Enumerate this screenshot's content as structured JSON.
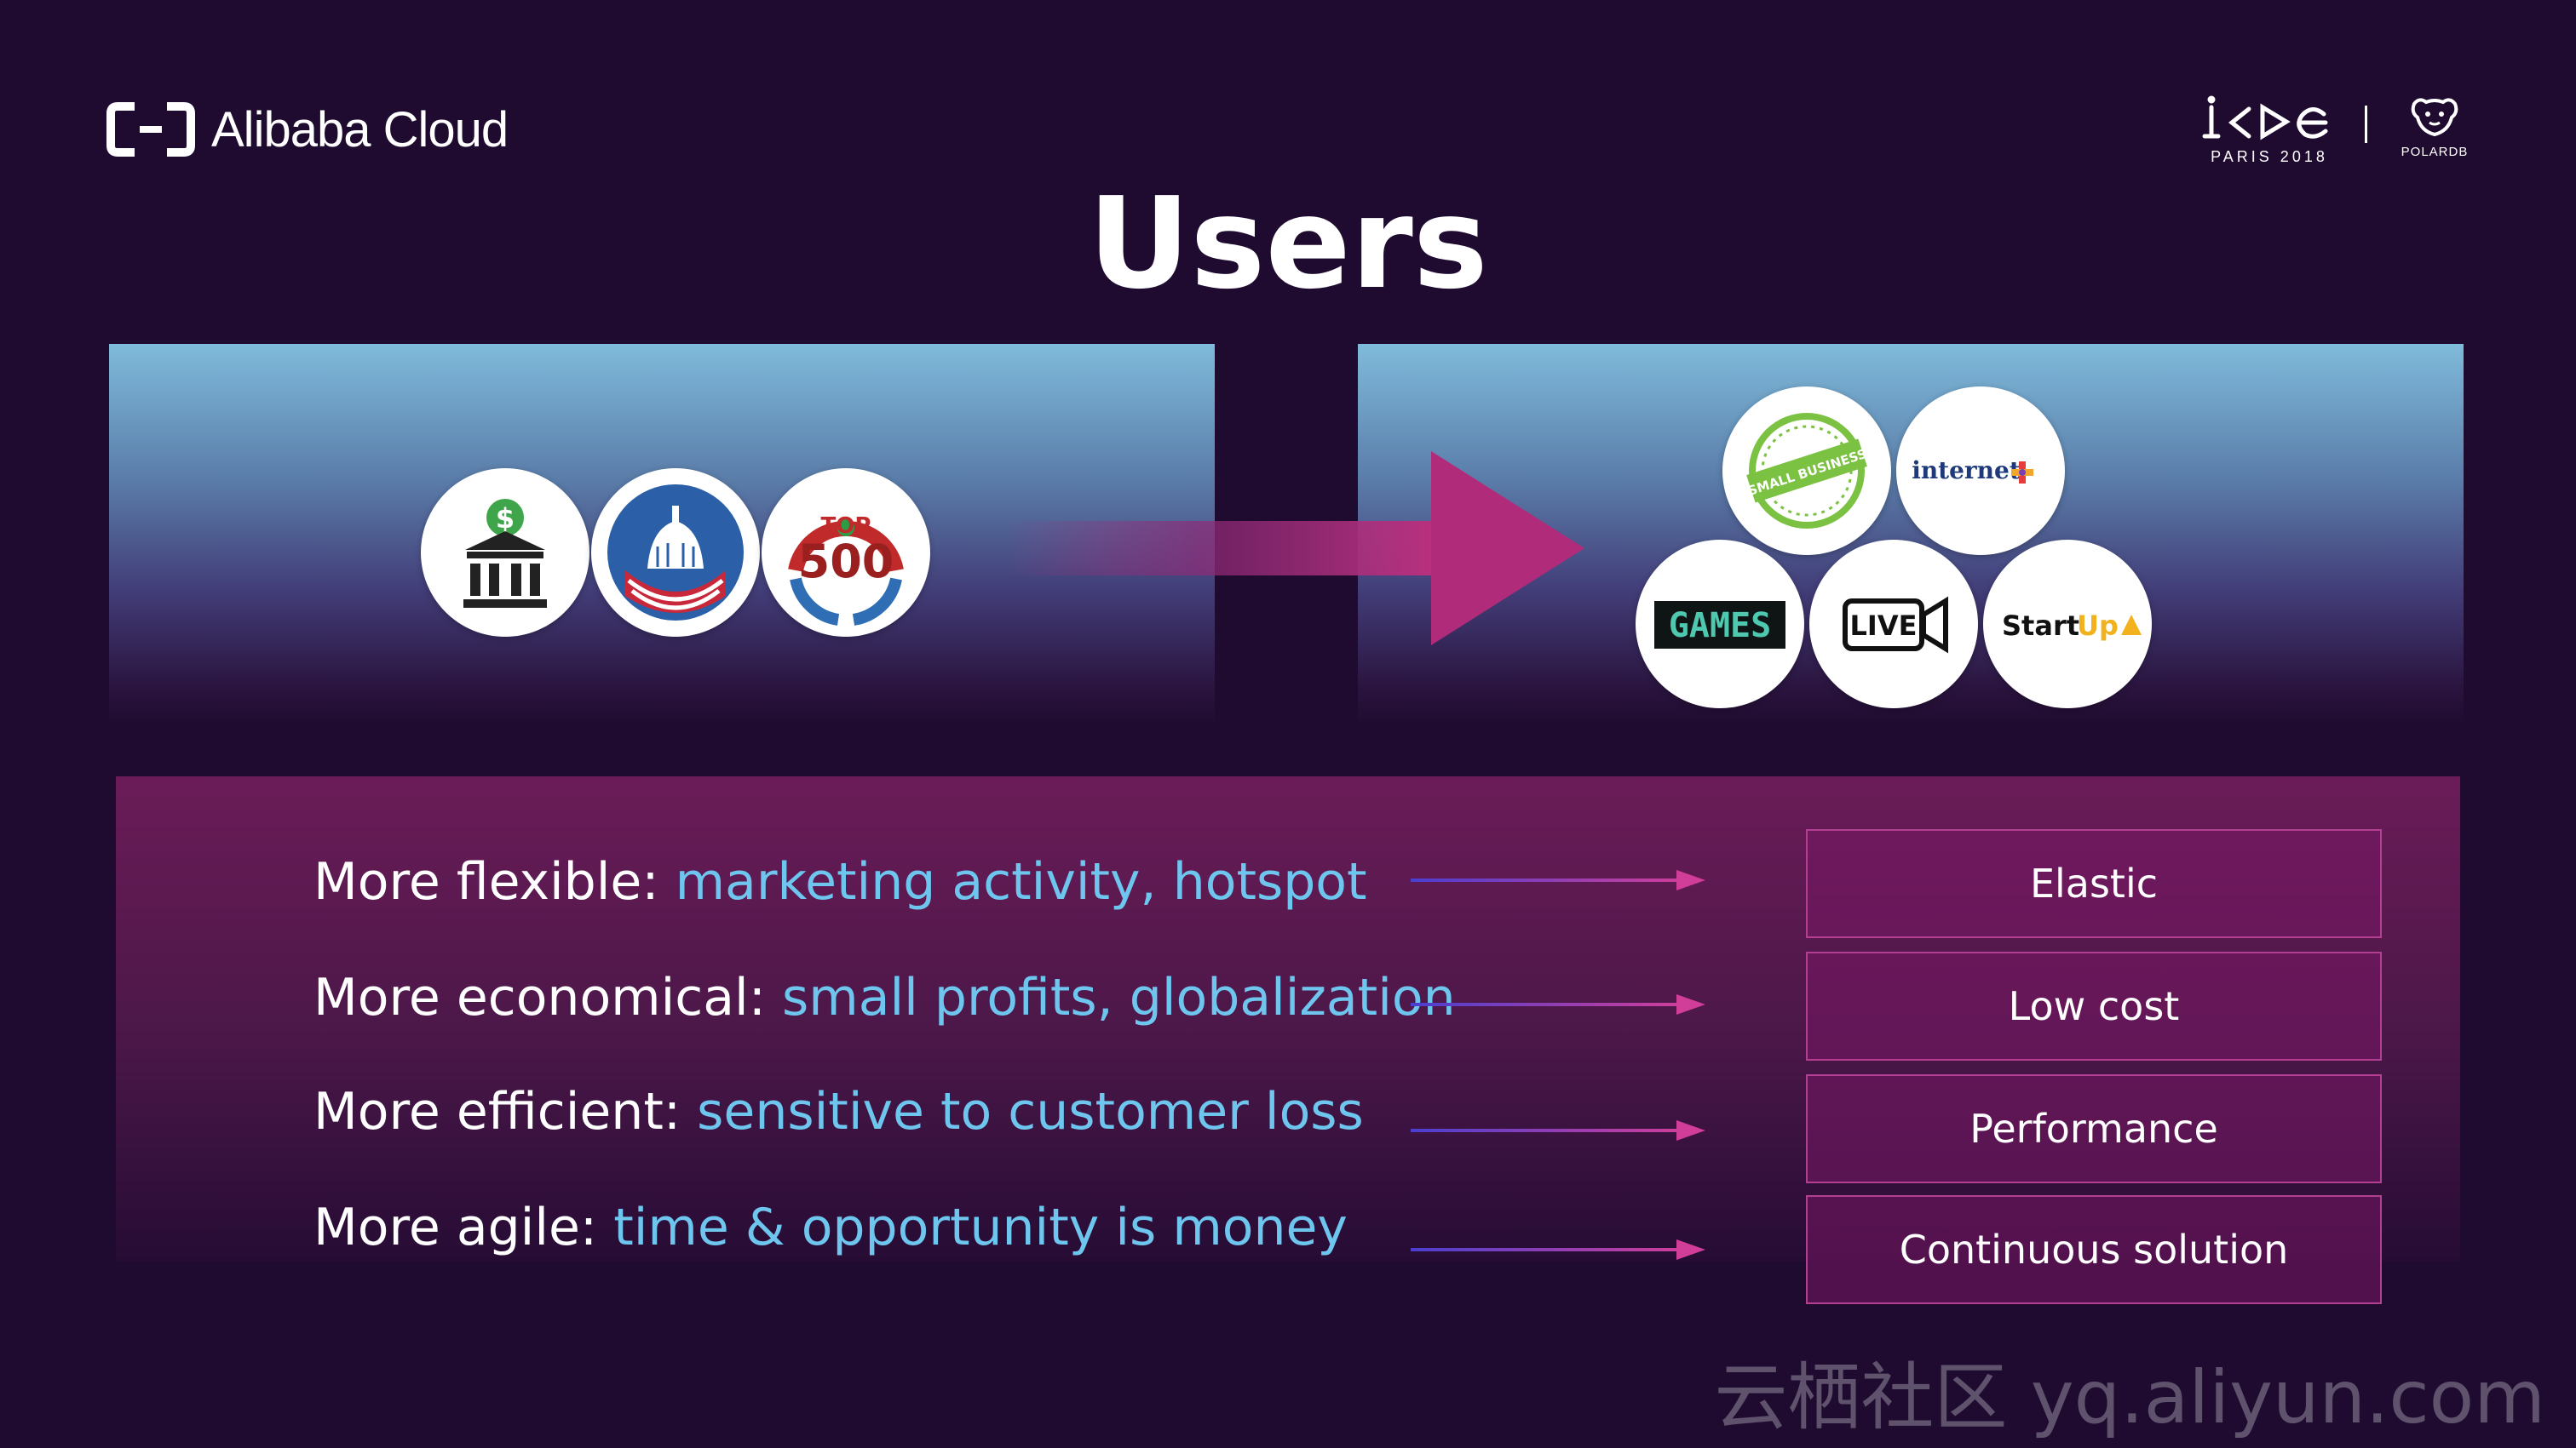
{
  "header": {
    "brand": "Alibaba Cloud",
    "event": {
      "location": "PARIS 2018",
      "partner": "POLARDB"
    }
  },
  "title": "Users",
  "left_panel": {
    "icons": [
      "bank-icon",
      "government-capitol-icon",
      "top-500-icon"
    ],
    "top500_label": "TOP",
    "top500_number": "500"
  },
  "right_panel": {
    "icons": [
      "small-business-icon",
      "internet-plus-icon",
      "games-icon",
      "live-video-icon",
      "startup-icon"
    ],
    "small_business_label": "SMALL BUSINESS",
    "internet_label": "internet",
    "games_label": "GAMES",
    "live_label": "LIVE",
    "startup_label": "Start",
    "startup_up": "Up"
  },
  "rows": [
    {
      "label": "More flexible: ",
      "detail": "marketing activity, hotspot",
      "result": "Elastic"
    },
    {
      "label": "More economical: ",
      "detail": "small profits, globalization",
      "result": "Low cost"
    },
    {
      "label": "More efficient: ",
      "detail": "sensitive to customer loss",
      "result": "Performance"
    },
    {
      "label": "More agile: ",
      "detail": "time & opportunity is money",
      "result": "Continuous solution"
    }
  ],
  "colors": {
    "background": "#200b30",
    "highlight": "#6ec6ee",
    "accent": "#b23f92"
  },
  "watermark": "云栖社区 yq.aliyun.com"
}
